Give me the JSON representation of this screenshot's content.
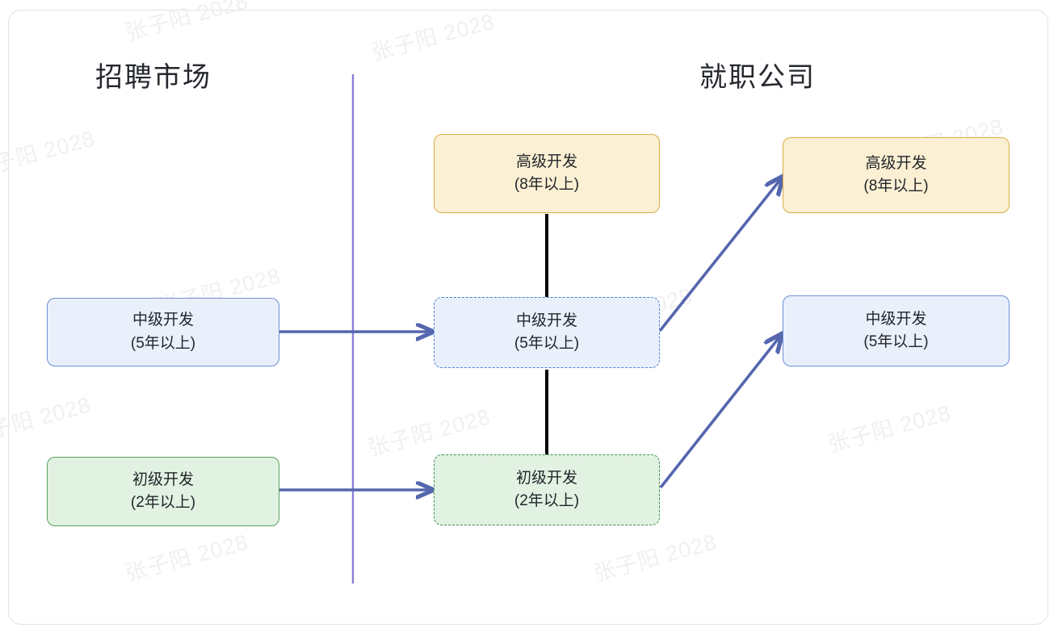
{
  "diagram": {
    "title_left": "招聘市场",
    "title_right": "就职公司",
    "watermark_text": "张子阳 2028",
    "colors": {
      "junior_border": "#58a05e",
      "junior_fill": "#e1f2e2",
      "mid_border": "#6e8fd4",
      "mid_fill": "#eaf0fb",
      "senior_border": "#d9ae4a",
      "senior_fill": "#fbf0d3",
      "arrow": "#5566ae",
      "divider": "#8d7fd6",
      "ladder_line": "#000000",
      "frame_border": "#e3e2e8"
    }
  },
  "nodes": {
    "market_mid": {
      "title": "中级开发",
      "detail": "(5年以上)"
    },
    "market_junior": {
      "title": "初级开发",
      "detail": "(2年以上)"
    },
    "center_senior": {
      "title": "高级开发",
      "detail": "(8年以上)"
    },
    "center_mid": {
      "title": "中级开发",
      "detail": "(5年以上)"
    },
    "center_junior": {
      "title": "初级开发",
      "detail": "(2年以上)"
    },
    "company_senior": {
      "title": "高级开发",
      "detail": "(8年以上)"
    },
    "company_mid": {
      "title": "中级开发",
      "detail": "(5年以上)"
    }
  },
  "edges": [
    {
      "name": "market-mid-to-center-mid",
      "kind": "arrow-right"
    },
    {
      "name": "market-junior-to-center-junior",
      "kind": "arrow-right"
    },
    {
      "name": "center-senior-to-center-mid",
      "kind": "ladder-line"
    },
    {
      "name": "center-mid-to-center-junior",
      "kind": "ladder-line"
    },
    {
      "name": "center-mid-to-company-senior",
      "kind": "arrow-diagonal"
    },
    {
      "name": "center-junior-to-company-mid",
      "kind": "arrow-diagonal"
    }
  ]
}
